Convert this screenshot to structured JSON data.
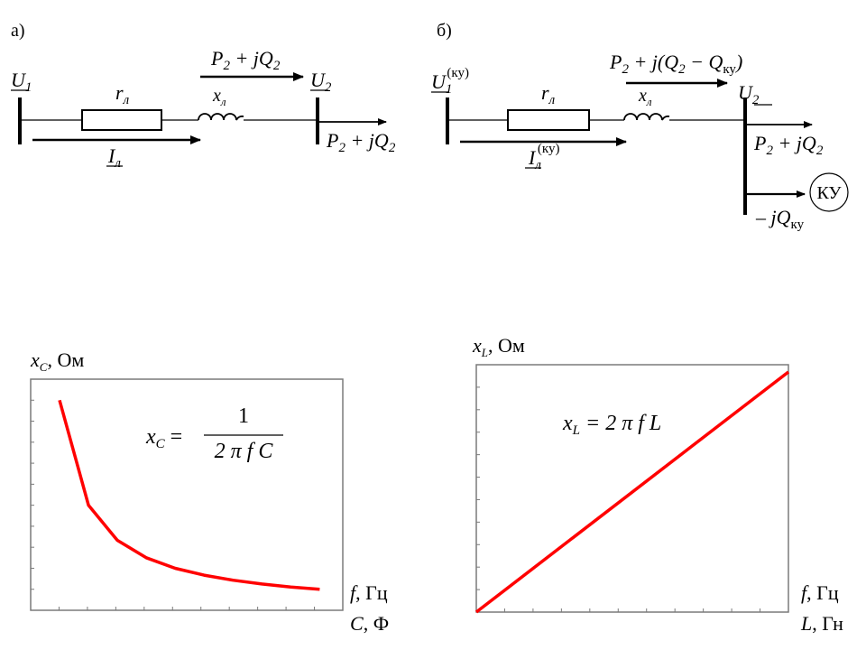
{
  "left_diagram": {
    "label": "а)",
    "u1": "U",
    "u1_sub": "1",
    "r": "r",
    "r_sub": "л",
    "x": "x",
    "x_sub": "л",
    "flow_top_P": "P",
    "flow_top_P_sub": "2",
    "flow_top_rest": " + jQ",
    "flow_top_Q_sub": "2",
    "u2": "U",
    "u2_sub": "2",
    "flow_out_P": "P",
    "flow_out_P_sub": "2",
    "flow_out_rest": " + jQ",
    "flow_out_Q_sub": "2",
    "current": "I",
    "current_sub": "л"
  },
  "right_diagram": {
    "label": "б)",
    "u1": "U",
    "u1_sub": "1",
    "u1_sup": "(ку)",
    "r": "r",
    "r_sub": "л",
    "x": "x",
    "x_sub": "л",
    "flow_top_P": "P",
    "flow_top_P_sub": "2",
    "flow_top_mid": " + j(Q",
    "flow_top_Q_sub": "2",
    "flow_top_minus": " − Q",
    "flow_top_ku_sub": "ку",
    "flow_top_close": ")",
    "u2": "U",
    "u2_sub": "2",
    "flow_out_P": "P",
    "flow_out_P_sub": "2",
    "flow_out_rest": " + jQ",
    "flow_out_Q_sub": "2",
    "current": "I",
    "current_sub": "л",
    "current_sup": "(ку)",
    "ku_label": "КУ",
    "ku_flow": "– jQ",
    "ku_flow_sub": "ку"
  },
  "chart_data": [
    {
      "type": "line",
      "name": "capacitive",
      "ylabel_var": "x",
      "ylabel_sub": "C",
      "ylabel_unit": ", Ом",
      "xlabel1_var": "f",
      "xlabel1_unit": ", Гц",
      "xlabel2_var": "C",
      "xlabel2_unit": ", Ф",
      "formula_lhs": "x",
      "formula_lhs_sub": "C",
      "formula_num": "1",
      "formula_den": "2 π f C",
      "series": [
        {
          "values": [
            [
              1,
              1.0
            ],
            [
              2,
              0.5
            ],
            [
              3,
              0.333
            ],
            [
              4,
              0.25
            ],
            [
              5,
              0.2
            ],
            [
              6,
              0.167
            ],
            [
              7,
              0.143
            ],
            [
              8,
              0.125
            ],
            [
              9,
              0.111
            ],
            [
              10,
              0.1
            ]
          ]
        }
      ],
      "xlim": [
        0,
        10.8
      ],
      "ylim": [
        0,
        1.1
      ],
      "color": "#ff0000"
    },
    {
      "type": "line",
      "name": "inductive",
      "ylabel_var": "x",
      "ylabel_sub": "L",
      "ylabel_unit": ", Ом",
      "xlabel1_var": "f",
      "xlabel1_unit": ", Гц",
      "xlabel2_var": "L",
      "xlabel2_unit": ", Гн",
      "formula_lhs": "x",
      "formula_lhs_sub": "L",
      "formula_rhs": " = 2 π f L",
      "series": [
        {
          "values": [
            [
              0,
              0
            ],
            [
              10,
              1
            ]
          ]
        }
      ],
      "xlim": [
        0,
        10
      ],
      "ylim": [
        0,
        1.03
      ],
      "color": "#ff0000"
    }
  ]
}
